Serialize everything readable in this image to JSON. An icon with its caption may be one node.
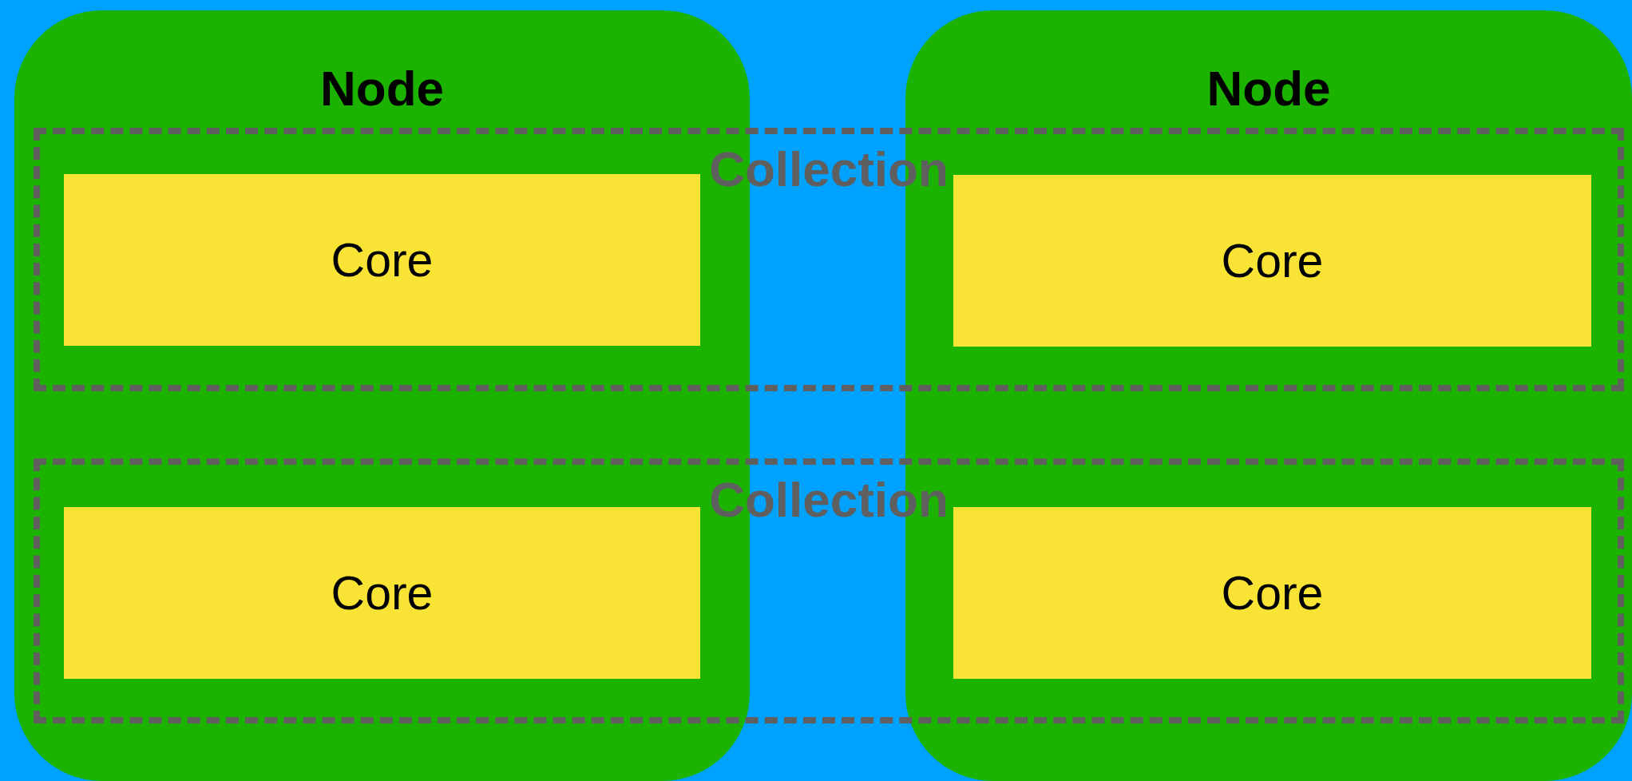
{
  "diagram": {
    "nodes": [
      {
        "text": [
          "Node"
        ]
      },
      {
        "text": [
          "Core"
        ]
      },
      {
        "text": [
          "Core"
        ]
      },
      {
        "text": [
          "Node"
        ]
      },
      {
        "text": [
          "Core"
        ]
      },
      {
        "text": [
          "Core"
        ]
      },
      {
        "text": [
          "Collection"
        ]
      },
      {
        "text": [
          "Collection"
        ]
      }
    ]
  }
}
